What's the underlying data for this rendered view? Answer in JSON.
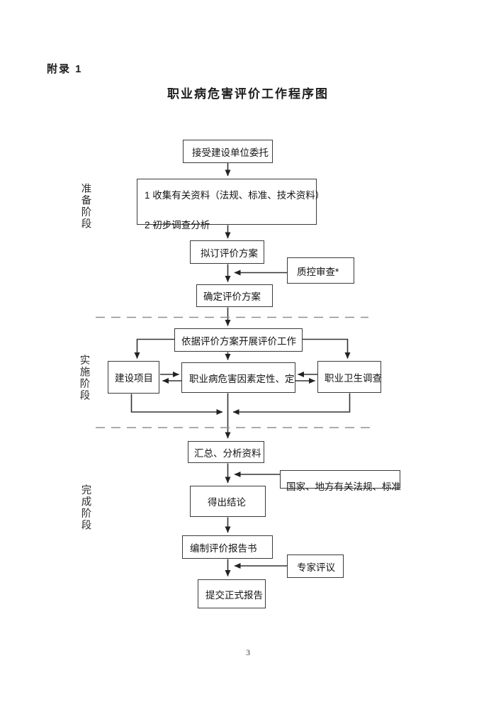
{
  "page": {
    "appendix_label": "附录 1",
    "title": "职业病危害评价工作程序图",
    "page_number": "3"
  },
  "stages": [
    {
      "label": "准备阶段"
    },
    {
      "label": "实施阶段"
    },
    {
      "label": "完成阶段"
    }
  ],
  "flowchart": {
    "nodes": {
      "accept": "接受建设单位委托",
      "collect_line1": "1 收集有关资料（法规、标准、技术资料）",
      "collect_line2": "2 初步调查分析",
      "draft_plan": "拟订评价方案",
      "qc_review": "质控审查*",
      "confirm_plan": "确定评价方案",
      "carry_out": "依据评价方案开展评价工作",
      "construction_project": "建设项目",
      "hazard_factor_analysis": "职业病危害因素定性、定",
      "occupational_hygiene_survey": "职业卫生调查",
      "summarize_data": "汇总、分析资料",
      "regulations_standards": "国家、地方有关法规、标准",
      "draw_conclusion": "得出结论",
      "compile_report": "编制评价报告书",
      "expert_review": "专家评议",
      "submit_report": "提交正式报告"
    },
    "line_colors": {
      "solid": "#333333",
      "dashed": "#8f8f8f"
    }
  }
}
